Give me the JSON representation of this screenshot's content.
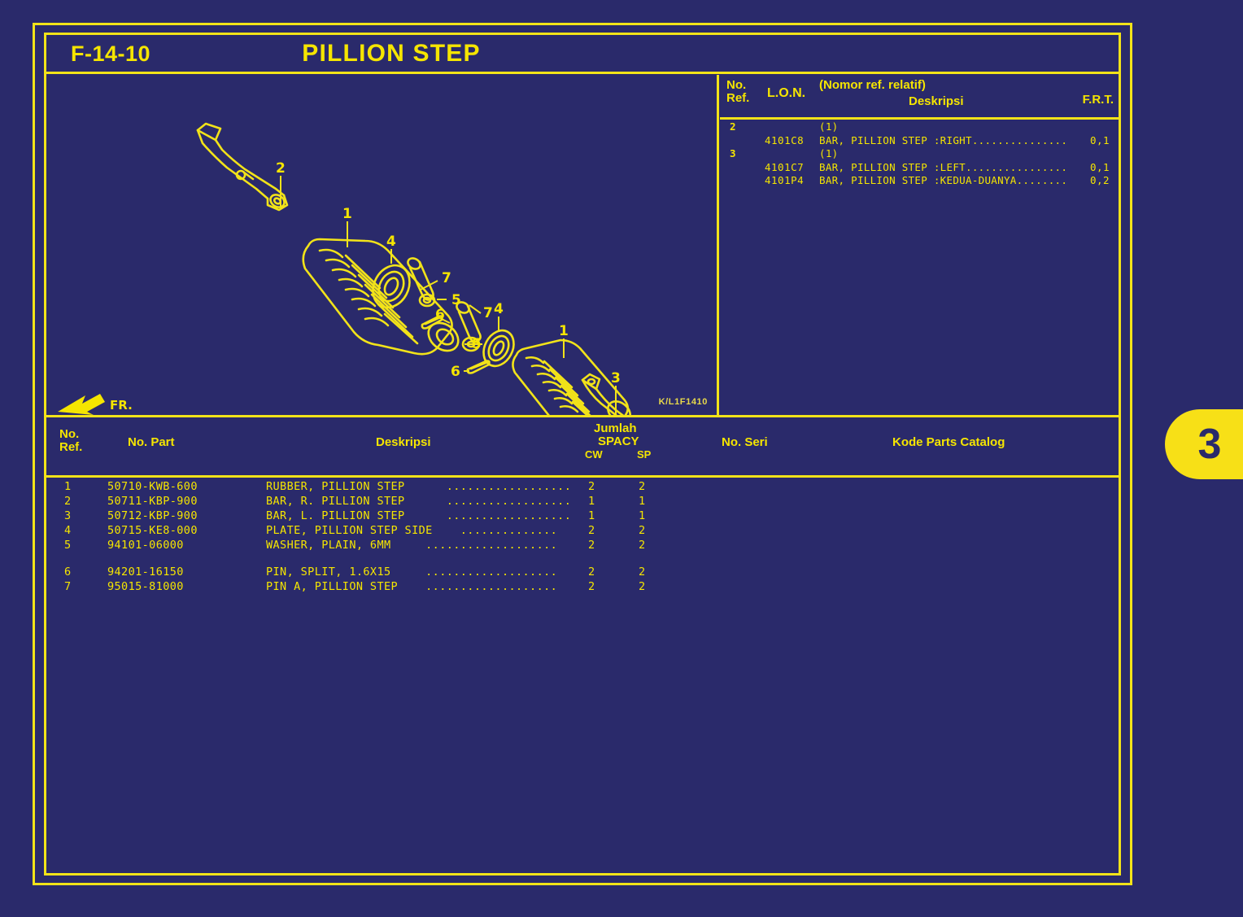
{
  "header": {
    "figure_code": "F-14-10",
    "title": "PILLION STEP"
  },
  "diagram": {
    "caption": "K/L1F1410",
    "front_arrow_label": "FR.",
    "callouts": [
      "1",
      "2",
      "3",
      "4",
      "5",
      "6",
      "7"
    ]
  },
  "lon_table": {
    "headers": {
      "no_ref": "No.\nRef.",
      "no_ref_line1": "No.",
      "no_ref_line2": "Ref.",
      "lon": "L.O.N.",
      "nomor_ref": "(Nomor ref. relatif)",
      "deskripsi": "Deskripsi",
      "frt": "F.R.T."
    },
    "rows": [
      {
        "ref": "2",
        "code": "",
        "desc": "(1)",
        "frt": ""
      },
      {
        "ref": "",
        "code": "4101C8",
        "desc": "BAR, PILLION STEP :RIGHT...............",
        "frt": "0,1"
      },
      {
        "ref": "3",
        "code": "",
        "desc": "(1)",
        "frt": ""
      },
      {
        "ref": "",
        "code": "4101C7",
        "desc": "BAR, PILLION STEP :LEFT................",
        "frt": "0,1"
      },
      {
        "ref": "",
        "code": "4101P4",
        "desc": "BAR, PILLION STEP :KEDUA-DUANYA........",
        "frt": "0,2"
      }
    ]
  },
  "parts_table": {
    "headers": {
      "no_ref_line1": "No.",
      "no_ref_line2": "Ref.",
      "no_part": "No. Part",
      "deskripsi": "Deskripsi",
      "jumlah": "Jumlah",
      "spacy": "SPACY",
      "cw": "CW",
      "sp": "SP",
      "no_seri": "No. Seri",
      "kode_parts_catalog": "Kode Parts Catalog"
    },
    "rows": [
      {
        "ref": "1",
        "part": "50710-KWB-600",
        "desc": "RUBBER, PILLION STEP      ..................",
        "cw": "2",
        "sp": "2",
        "gap": false
      },
      {
        "ref": "2",
        "part": "50711-KBP-900",
        "desc": "BAR, R. PILLION STEP      ..................",
        "cw": "1",
        "sp": "1",
        "gap": false
      },
      {
        "ref": "3",
        "part": "50712-KBP-900",
        "desc": "BAR, L. PILLION STEP      ..................",
        "cw": "1",
        "sp": "1",
        "gap": false
      },
      {
        "ref": "4",
        "part": "50715-KE8-000",
        "desc": "PLATE, PILLION STEP SIDE    ..............",
        "cw": "2",
        "sp": "2",
        "gap": false
      },
      {
        "ref": "5",
        "part": "94101-06000",
        "desc": "WASHER, PLAIN, 6MM     ...................",
        "cw": "2",
        "sp": "2",
        "gap": true
      },
      {
        "ref": "6",
        "part": "94201-16150",
        "desc": "PIN, SPLIT, 1.6X15     ...................",
        "cw": "2",
        "sp": "2",
        "gap": false
      },
      {
        "ref": "7",
        "part": "95015-81000",
        "desc": "PIN A, PILLION STEP    ...................",
        "cw": "2",
        "sp": "2",
        "gap": false
      }
    ]
  },
  "page_tab": {
    "number": "3"
  },
  "colors": {
    "background": "#2a2a6b",
    "line": "#f2e319",
    "text": "#f5e500",
    "tab": "#f7e017"
  }
}
